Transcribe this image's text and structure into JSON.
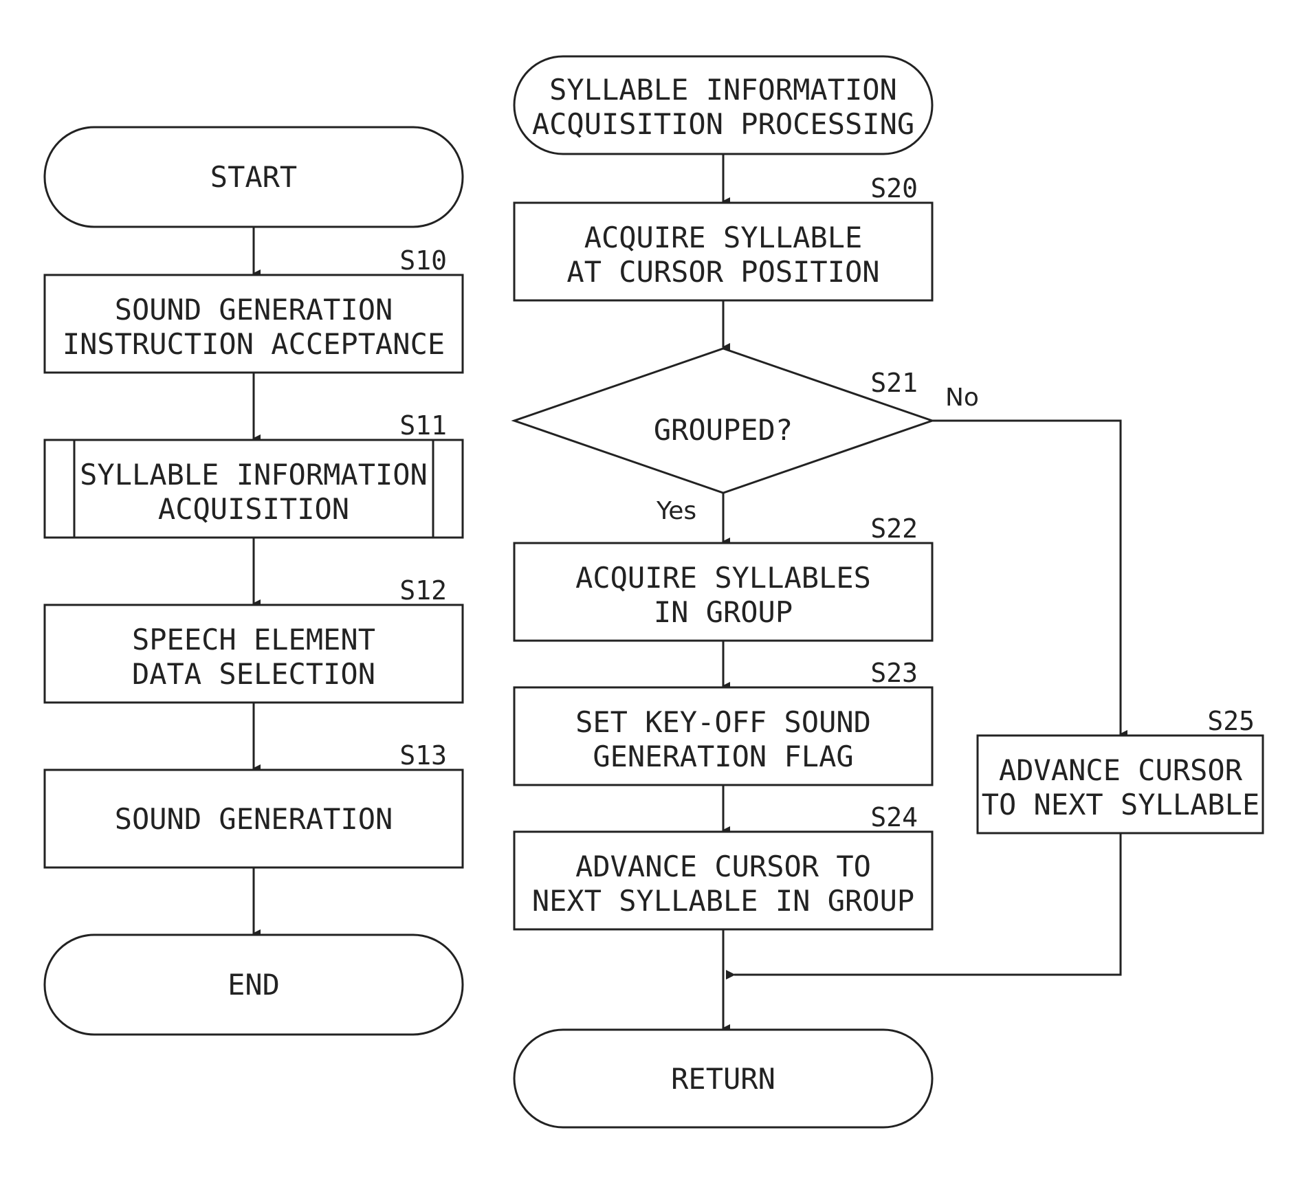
{
  "main_flow": {
    "start": "START",
    "s10": {
      "step": "S10",
      "lines": [
        "SOUND GENERATION",
        "INSTRUCTION ACCEPTANCE"
      ]
    },
    "s11": {
      "step": "S11",
      "lines": [
        "SYLLABLE INFORMATION",
        "ACQUISITION"
      ]
    },
    "s12": {
      "step": "S12",
      "lines": [
        "SPEECH ELEMENT",
        "DATA SELECTION"
      ]
    },
    "s13": {
      "step": "S13",
      "lines": [
        "SOUND GENERATION"
      ]
    },
    "end": "END"
  },
  "sub_flow": {
    "start": {
      "lines": [
        "SYLLABLE INFORMATION",
        "ACQUISITION PROCESSING"
      ]
    },
    "s20": {
      "step": "S20",
      "lines": [
        "ACQUIRE SYLLABLE",
        "AT CURSOR POSITION"
      ]
    },
    "s21": {
      "step": "S21",
      "label": "GROUPED?",
      "yes": "Yes",
      "no": "No"
    },
    "s22": {
      "step": "S22",
      "lines": [
        "ACQUIRE SYLLABLES",
        "IN GROUP"
      ]
    },
    "s23": {
      "step": "S23",
      "lines": [
        "SET KEY-OFF SOUND",
        "GENERATION FLAG"
      ]
    },
    "s24": {
      "step": "S24",
      "lines": [
        "ADVANCE CURSOR TO",
        "NEXT SYLLABLE IN GROUP"
      ]
    },
    "s25": {
      "step": "S25",
      "lines": [
        "ADVANCE CURSOR",
        "TO NEXT SYLLABLE"
      ]
    },
    "end": "RETURN"
  }
}
